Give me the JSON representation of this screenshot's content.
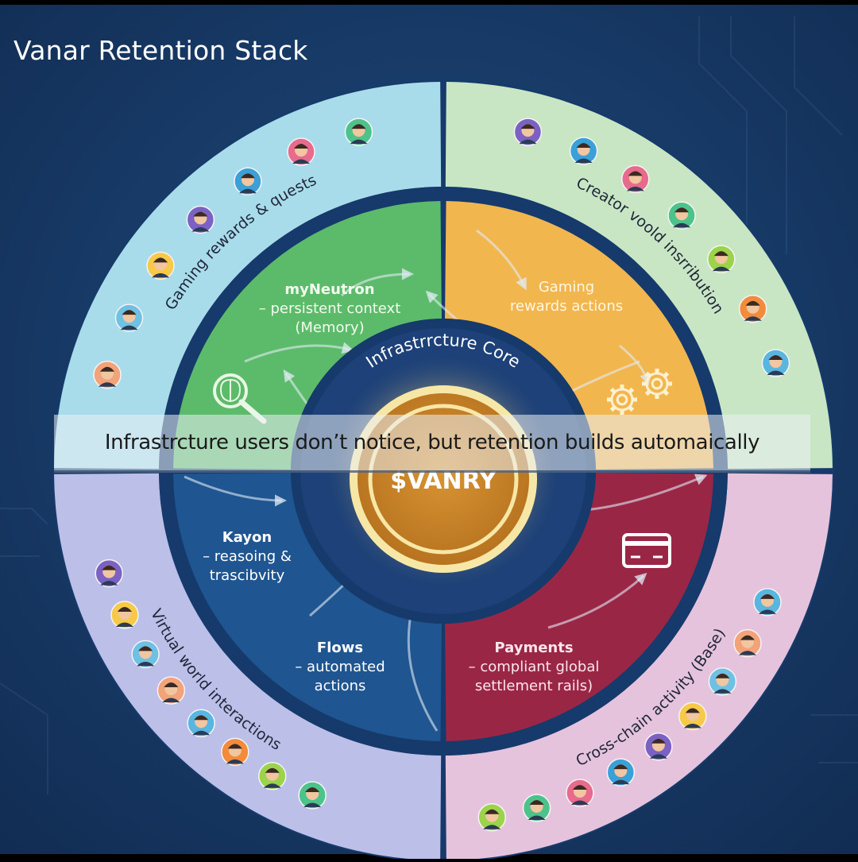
{
  "title": "Vanar Retention Stack",
  "banner_text": "Infrastrcture users don’t notice, but retention builds automaically",
  "core": {
    "label": "Infrastrrcture Core",
    "token": "$VANRY"
  },
  "outer_ring": [
    {
      "id": "top-left",
      "label": "Gaming rewards & quests",
      "color": "#a9dcea",
      "avatar_count": 7
    },
    {
      "id": "top-right",
      "label": "Creator voold insrribution",
      "color": "#c8e6c4",
      "avatar_count": 7
    },
    {
      "id": "bottom-left",
      "label": "Virtual world interactions",
      "color": "#bcbfe8",
      "avatar_count": 8
    },
    {
      "id": "bottom-right",
      "label": "Cross-chain activity (Base)",
      "color": "#e6c3dc",
      "avatar_count": 9
    }
  ],
  "inner_ring": [
    {
      "id": "top-left",
      "lines": [
        "myNeutron",
        "– persistent context",
        "(Memory)"
      ],
      "color": "#5cbb6a",
      "icon": "brain-search-icon"
    },
    {
      "id": "top-right",
      "lines": [
        "Gaming",
        "rewards actions"
      ],
      "color": "#f2b64f",
      "icon": "gears-icon"
    },
    {
      "id": "bottom-left-a",
      "lines": [
        "Kayon",
        "– reasoing &",
        "trascibvity"
      ],
      "color": "#1f5590",
      "icon": ""
    },
    {
      "id": "bottom-left-b",
      "lines": [
        "Flows",
        "– automated",
        "actions"
      ],
      "color": "#1f5590",
      "icon": ""
    },
    {
      "id": "bottom-right",
      "lines": [
        "Payments",
        "– compliant global",
        "settlement rails)"
      ],
      "color": "#9a2646",
      "icon": "credit-card-icon"
    }
  ],
  "colors": {
    "background": "#173a66",
    "ring_gap": "#163a6b",
    "core": "#1d4178",
    "coin": "#c9862a",
    "coin_ring": "#f7e7a6"
  }
}
